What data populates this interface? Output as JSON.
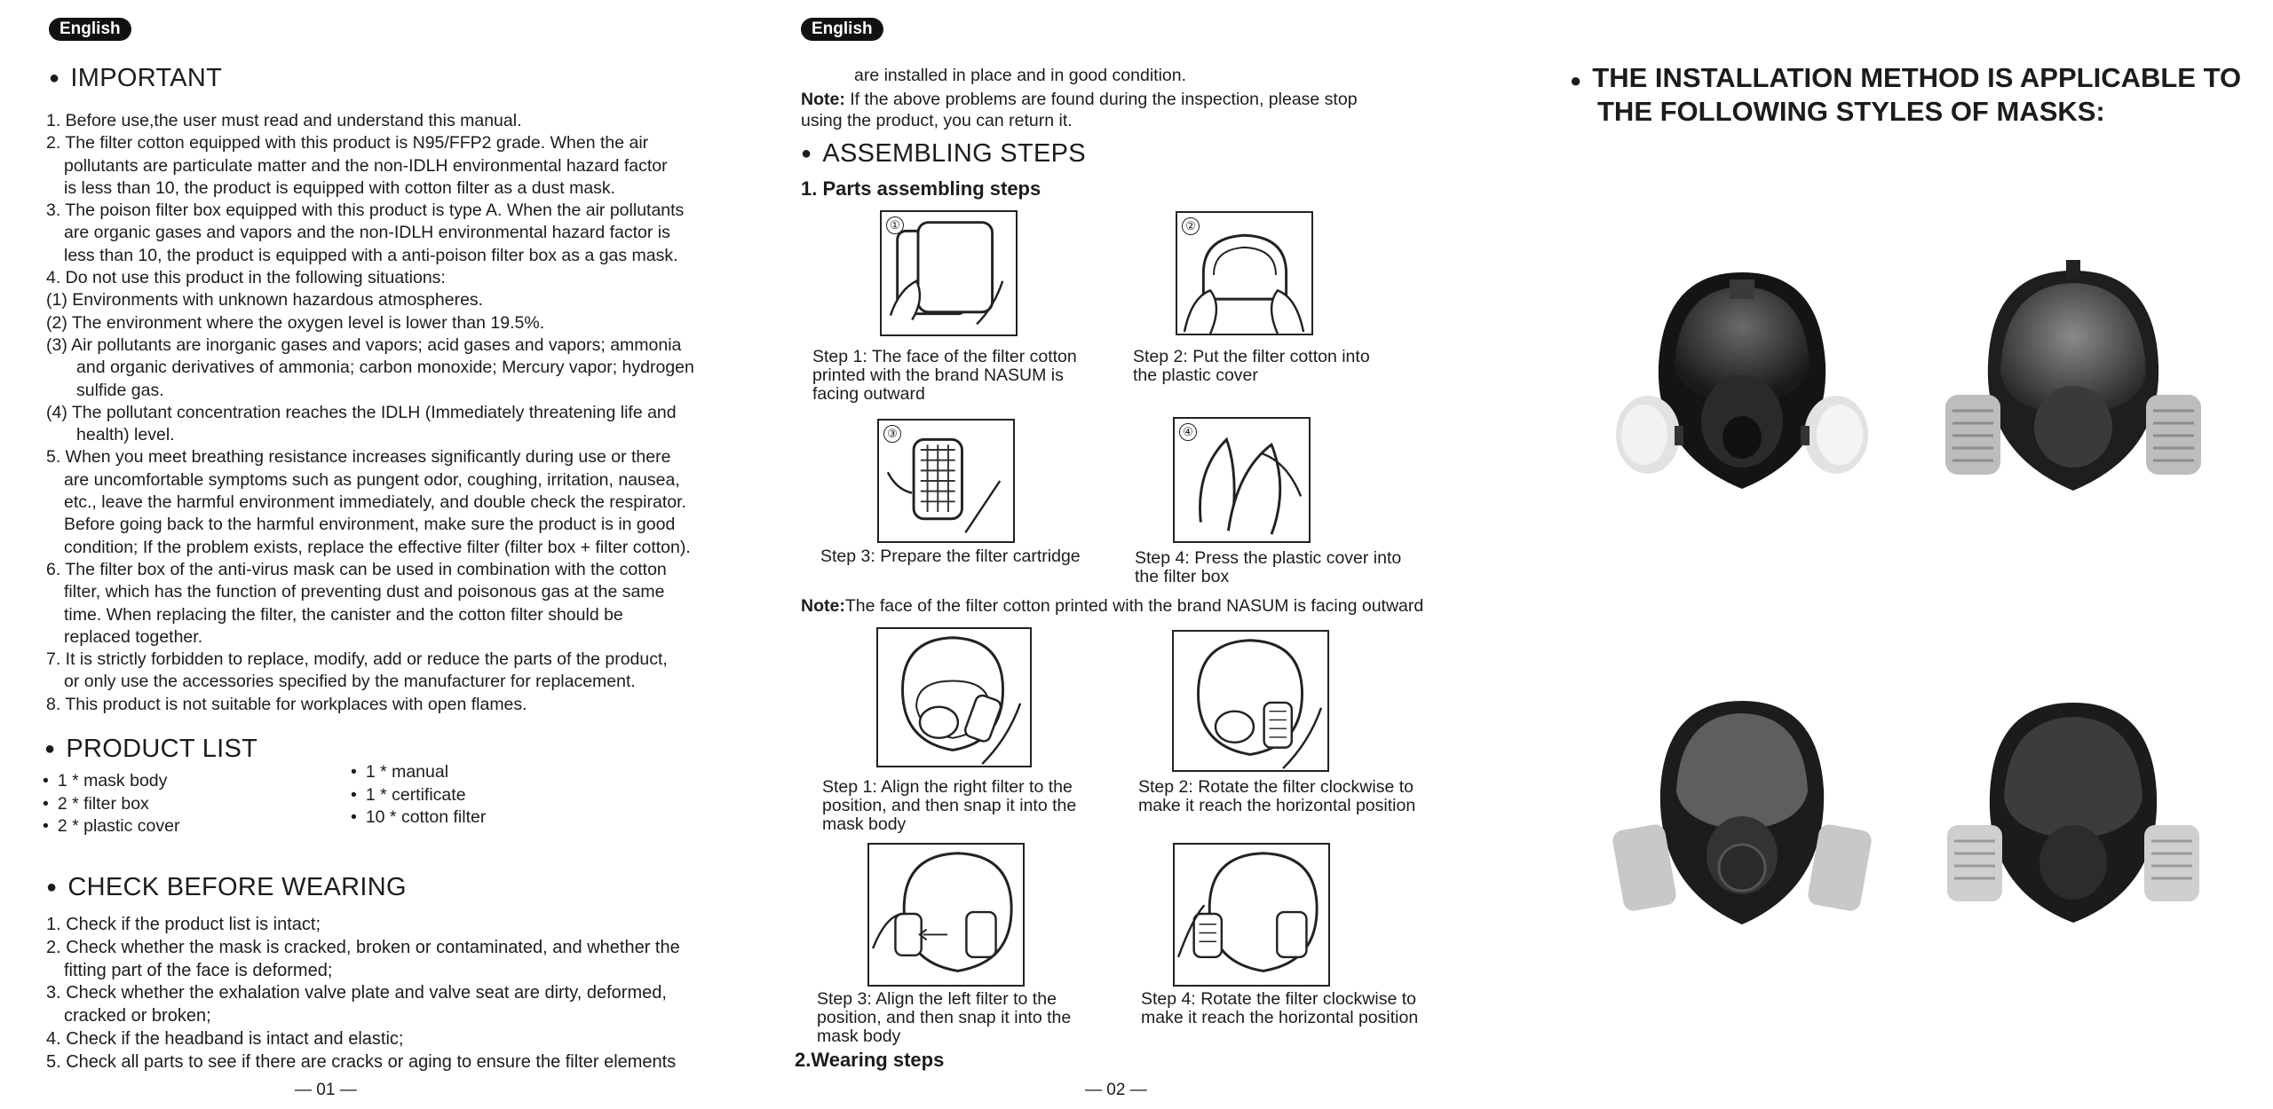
{
  "page1": {
    "badge": "English",
    "important": {
      "title": "IMPORTANT",
      "lines": [
        "1. Before use,the user must read and understand this manual.",
        "2. The filter cotton equipped with this product is N95/FFP2 grade. When the air",
        "pollutants are particulate matter and the non-IDLH environmental hazard factor",
        "is less than 10, the product is equipped with cotton filter as a dust mask.",
        "3. The poison filter box equipped with this product is type A. When the air pollutants",
        "are organic gases and vapors and the non-IDLH environmental hazard factor is",
        "less than 10, the product is equipped with a anti-poison filter box as a gas mask.",
        "4. Do not use this product in the following situations:",
        "(1) Environments with unknown hazardous atmospheres.",
        "(2) The environment where the oxygen level is lower than 19.5%.",
        "(3) Air pollutants are inorganic gases and vapors; acid gases and vapors; ammonia",
        "and organic derivatives of ammonia; carbon monoxide; Mercury vapor; hydrogen",
        "sulfide gas.",
        "(4) The pollutant concentration reaches the IDLH (Immediately threatening life and",
        "health) level.",
        "5. When you meet breathing resistance increases significantly during use or there",
        "are uncomfortable symptoms such as pungent odor, coughing, irritation, nausea,",
        "etc., leave the harmful environment immediately, and double check the respirator.",
        "Before going back to the harmful environment, make sure the product is in good",
        "condition; If the problem exists, replace the effective filter (filter box + filter cotton).",
        "6. The filter box of the anti-virus mask can be used in combination with the cotton",
        "filter, which has the function of preventing dust and poisonous gas at the same",
        "time. When replacing the filter, the canister and the cotton filter should be",
        "replaced together.",
        "7. It is strictly forbidden to replace, modify, add or reduce the parts of the product,",
        "or only use the accessories specified by the manufacturer for replacement.",
        "8. This product is not suitable for workplaces with open flames."
      ]
    },
    "product_list": {
      "title": "PRODUCT LIST",
      "col1": [
        "1 * mask body",
        "2 * filter box",
        "2 * plastic cover"
      ],
      "col2": [
        "1 * manual",
        "1 * certificate",
        "10 * cotton filter"
      ]
    },
    "check": {
      "title": "CHECK BEFORE WEARING",
      "lines": [
        "1. Check if the product list is intact;",
        "2. Check whether the mask is cracked, broken or contaminated, and whether the",
        "fitting part of the face is deformed;",
        "3. Check whether the exhalation valve plate and valve seat are dirty, deformed,",
        "cracked or broken;",
        "4. Check if the headband is intact and elastic;",
        "5. Check all parts to see if there are cracks or aging to ensure the filter elements"
      ]
    },
    "footer": "— 01 —"
  },
  "page2": {
    "badge": "English",
    "cont_line": "are installed in place and in good condition.",
    "note1_label": "Note:",
    "note1_lines": [
      " If the above problems are found during the inspection, please stop",
      "using the product, you can return it."
    ],
    "assembling_title": "ASSEMBLING STEPS",
    "parts_heading": "1. Parts assembling steps",
    "parts_steps": [
      {
        "num": "①",
        "caption": [
          "Step 1: The face of the filter cotton",
          "printed with the brand NASUM is",
          "facing outward"
        ]
      },
      {
        "num": "②",
        "caption": [
          "Step 2: Put the filter cotton into",
          "the plastic cover"
        ]
      },
      {
        "num": "③",
        "caption": [
          "Step 3: Prepare the filter cartridge"
        ]
      },
      {
        "num": "④",
        "caption": [
          "Step 4: Press the plastic cover into",
          "the filter box"
        ]
      }
    ],
    "note2_label": "Note:",
    "note2_text": "The face of the filter cotton printed with the brand NASUM is facing outward",
    "filter_steps": [
      {
        "caption": [
          "Step 1: Align the right filter to the",
          "position, and then snap it into the",
          "mask body"
        ]
      },
      {
        "caption": [
          "Step 2: Rotate the filter clockwise to",
          "make it reach the horizontal position"
        ]
      },
      {
        "caption": [
          "Step 3: Align the left filter to the",
          "position, and then snap it into the",
          "mask body"
        ]
      },
      {
        "caption": [
          "Step 4: Rotate the filter clockwise to",
          "make it reach the horizontal position"
        ]
      }
    ],
    "wearing_heading": "2.Wearing steps",
    "footer": "— 02 —"
  },
  "page3": {
    "title_lines": [
      "THE INSTALLATION METHOD IS APPLICABLE TO",
      "THE FOLLOWING STYLES OF MASKS:"
    ]
  }
}
